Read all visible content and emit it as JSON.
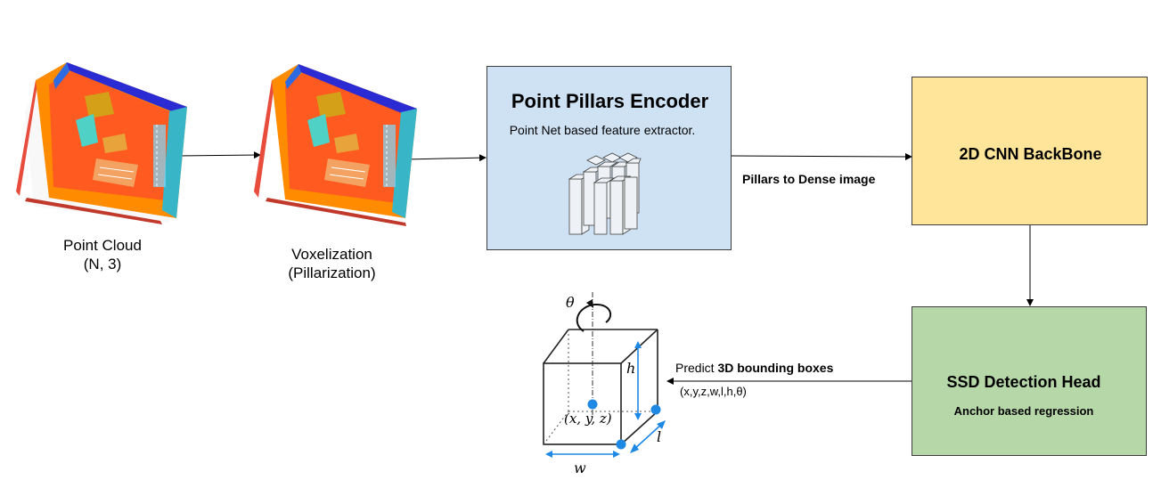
{
  "stages": {
    "point_cloud": {
      "label": "Point Cloud",
      "sublabel": "(N, 3)"
    },
    "voxelization": {
      "label": "Voxelization",
      "sublabel": "(Pillarization)"
    },
    "encoder": {
      "title": "Point Pillars Encoder",
      "subtitle": "Point Net based feature extractor.",
      "fill": "#cfe2f3"
    },
    "backbone": {
      "title": "2D CNN BackBone",
      "fill": "#ffe599"
    },
    "head": {
      "title": "SSD Detection Head",
      "subtitle": "Anchor based regression",
      "fill": "#b6d7a8"
    }
  },
  "edges": {
    "encoder_to_backbone": "Pillars to Dense image",
    "head_to_output_prefix": "Predict ",
    "head_to_output_bold": "3D bounding boxes",
    "head_to_output_params": "(x,y,z,w,l,h,θ)"
  },
  "bbox_figure": {
    "theta": "θ",
    "center": "(x, y, z)",
    "h": "h",
    "l": "l",
    "w": "w",
    "accent": "#1e88e5"
  }
}
